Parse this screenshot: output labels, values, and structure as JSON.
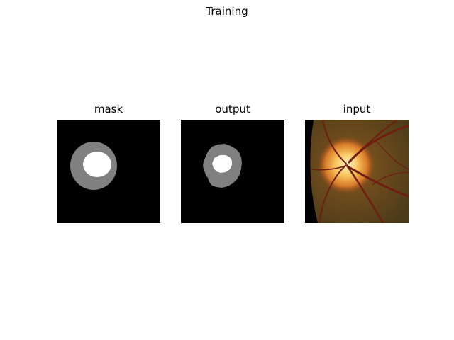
{
  "figure": {
    "title": "Training"
  },
  "panels": [
    {
      "title": "mask"
    },
    {
      "title": "output"
    },
    {
      "title": "input"
    }
  ],
  "colors": {
    "background": "#000000",
    "disc": "#808080",
    "cup": "#ffffff",
    "fundus": "#6b4a1c"
  }
}
